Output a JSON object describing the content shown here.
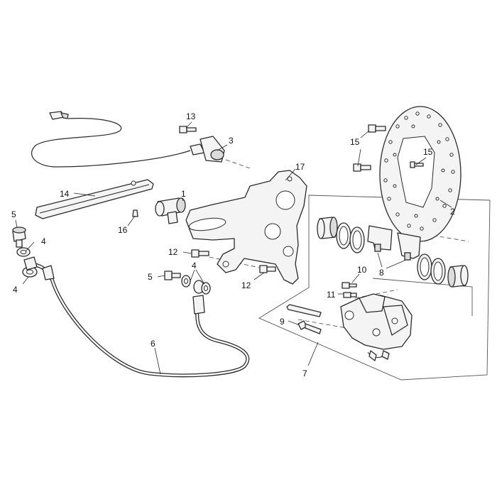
{
  "diagram": {
    "callouts": [
      "1",
      "2",
      "3",
      "4",
      "4",
      "4",
      "5",
      "5",
      "6",
      "7",
      "8",
      "9",
      "10",
      "11",
      "12",
      "12",
      "13",
      "14",
      "15",
      "15",
      "16",
      "17"
    ],
    "colors": {
      "line": "#2a2a2a",
      "fill": "#f4f4f4",
      "background": "#ffffff"
    }
  }
}
